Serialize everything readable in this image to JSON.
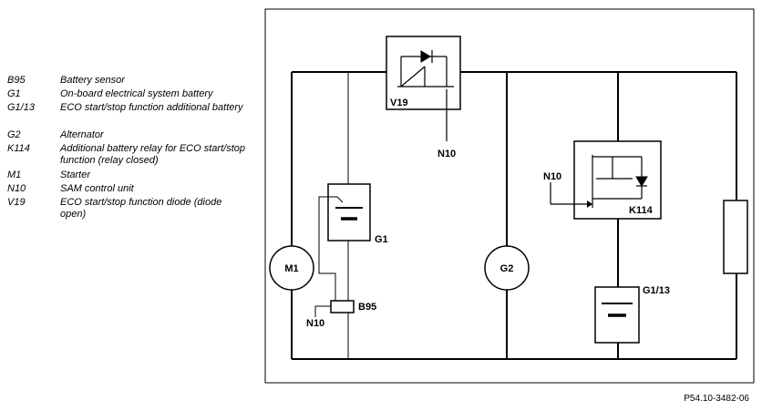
{
  "legend": [
    {
      "code": "B95",
      "desc": "Battery sensor"
    },
    {
      "code": "G1",
      "desc": "On-board electrical system battery"
    },
    {
      "code": "G1/13",
      "desc": "ECO start/stop function additional battery"
    },
    {
      "code": "G2",
      "desc": "Alternator"
    },
    {
      "code": "K114",
      "desc": "Additional battery relay for ECO start/stop function (relay closed)"
    },
    {
      "code": "M1",
      "desc": "Starter"
    },
    {
      "code": "N10",
      "desc": "SAM control unit"
    },
    {
      "code": "V19",
      "desc": "ECO start/stop function diode (diode open)"
    }
  ],
  "labels": {
    "v19": "V19",
    "n10_top": "N10",
    "n10_mid": "N10",
    "n10_bottom": "N10",
    "k114": "K114",
    "g1": "G1",
    "m1": "M1",
    "g2": "G2",
    "g1_13": "G1/13",
    "b95": "B95"
  },
  "figure_ref": "P54.10-3482-06"
}
